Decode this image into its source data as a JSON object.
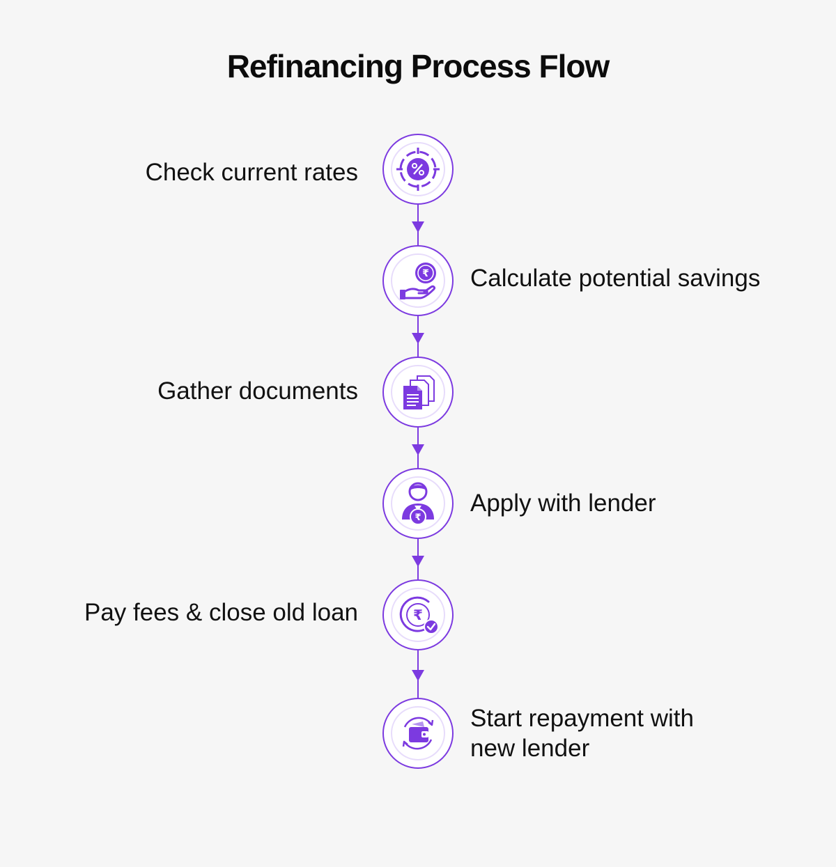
{
  "title": "Refinancing Process Flow",
  "accent_color": "#7c3ae0",
  "steps": [
    {
      "label": "Check current rates",
      "icon": "percent-target-icon"
    },
    {
      "label": "Calculate potential savings",
      "icon": "rupee-coin-hand-icon"
    },
    {
      "label": "Gather documents",
      "icon": "documents-icon"
    },
    {
      "label": "Apply with lender",
      "icon": "person-money-bag-icon"
    },
    {
      "label": "Pay fees & close old loan",
      "icon": "rupee-check-icon"
    },
    {
      "label": "Start repayment with\nnew lender",
      "icon": "wallet-cycle-icon"
    }
  ]
}
